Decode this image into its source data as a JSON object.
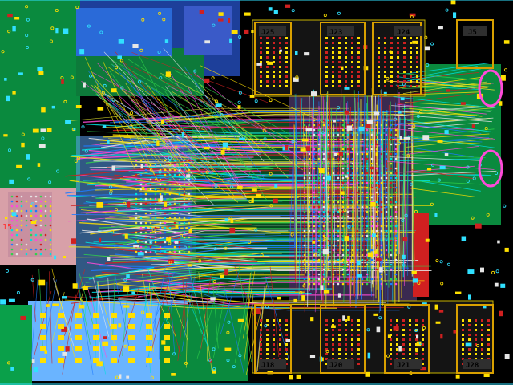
{
  "view": "pcb-layout-editor",
  "layer_colors": {
    "background": "#000000",
    "top_copper": "#d02020",
    "bottom_copper": "#1e7bff",
    "inner1": "#2fd24a",
    "inner2": "#e0e030",
    "inner3": "#ff4ad8",
    "inner4": "#00e0e0",
    "plane_green": "#0aa04a",
    "plane_blue": "#2a6ad8",
    "plane_lightblue": "#6ab4ff",
    "pad_yellow": "#ffe000",
    "pad_cyan": "#30e0ff",
    "silk_white": "#e6e6e6",
    "keepout_pink": "#d8a0a8"
  },
  "designators": {
    "top_left": "J25",
    "top_mid": "J23",
    "top_right_mid": "J24",
    "top_right": "J5",
    "bottom_left": "J18",
    "bottom_mid": "J20",
    "bottom_right_mid": "J21",
    "bottom_right": "J28"
  },
  "left_edge_mark": "15"
}
